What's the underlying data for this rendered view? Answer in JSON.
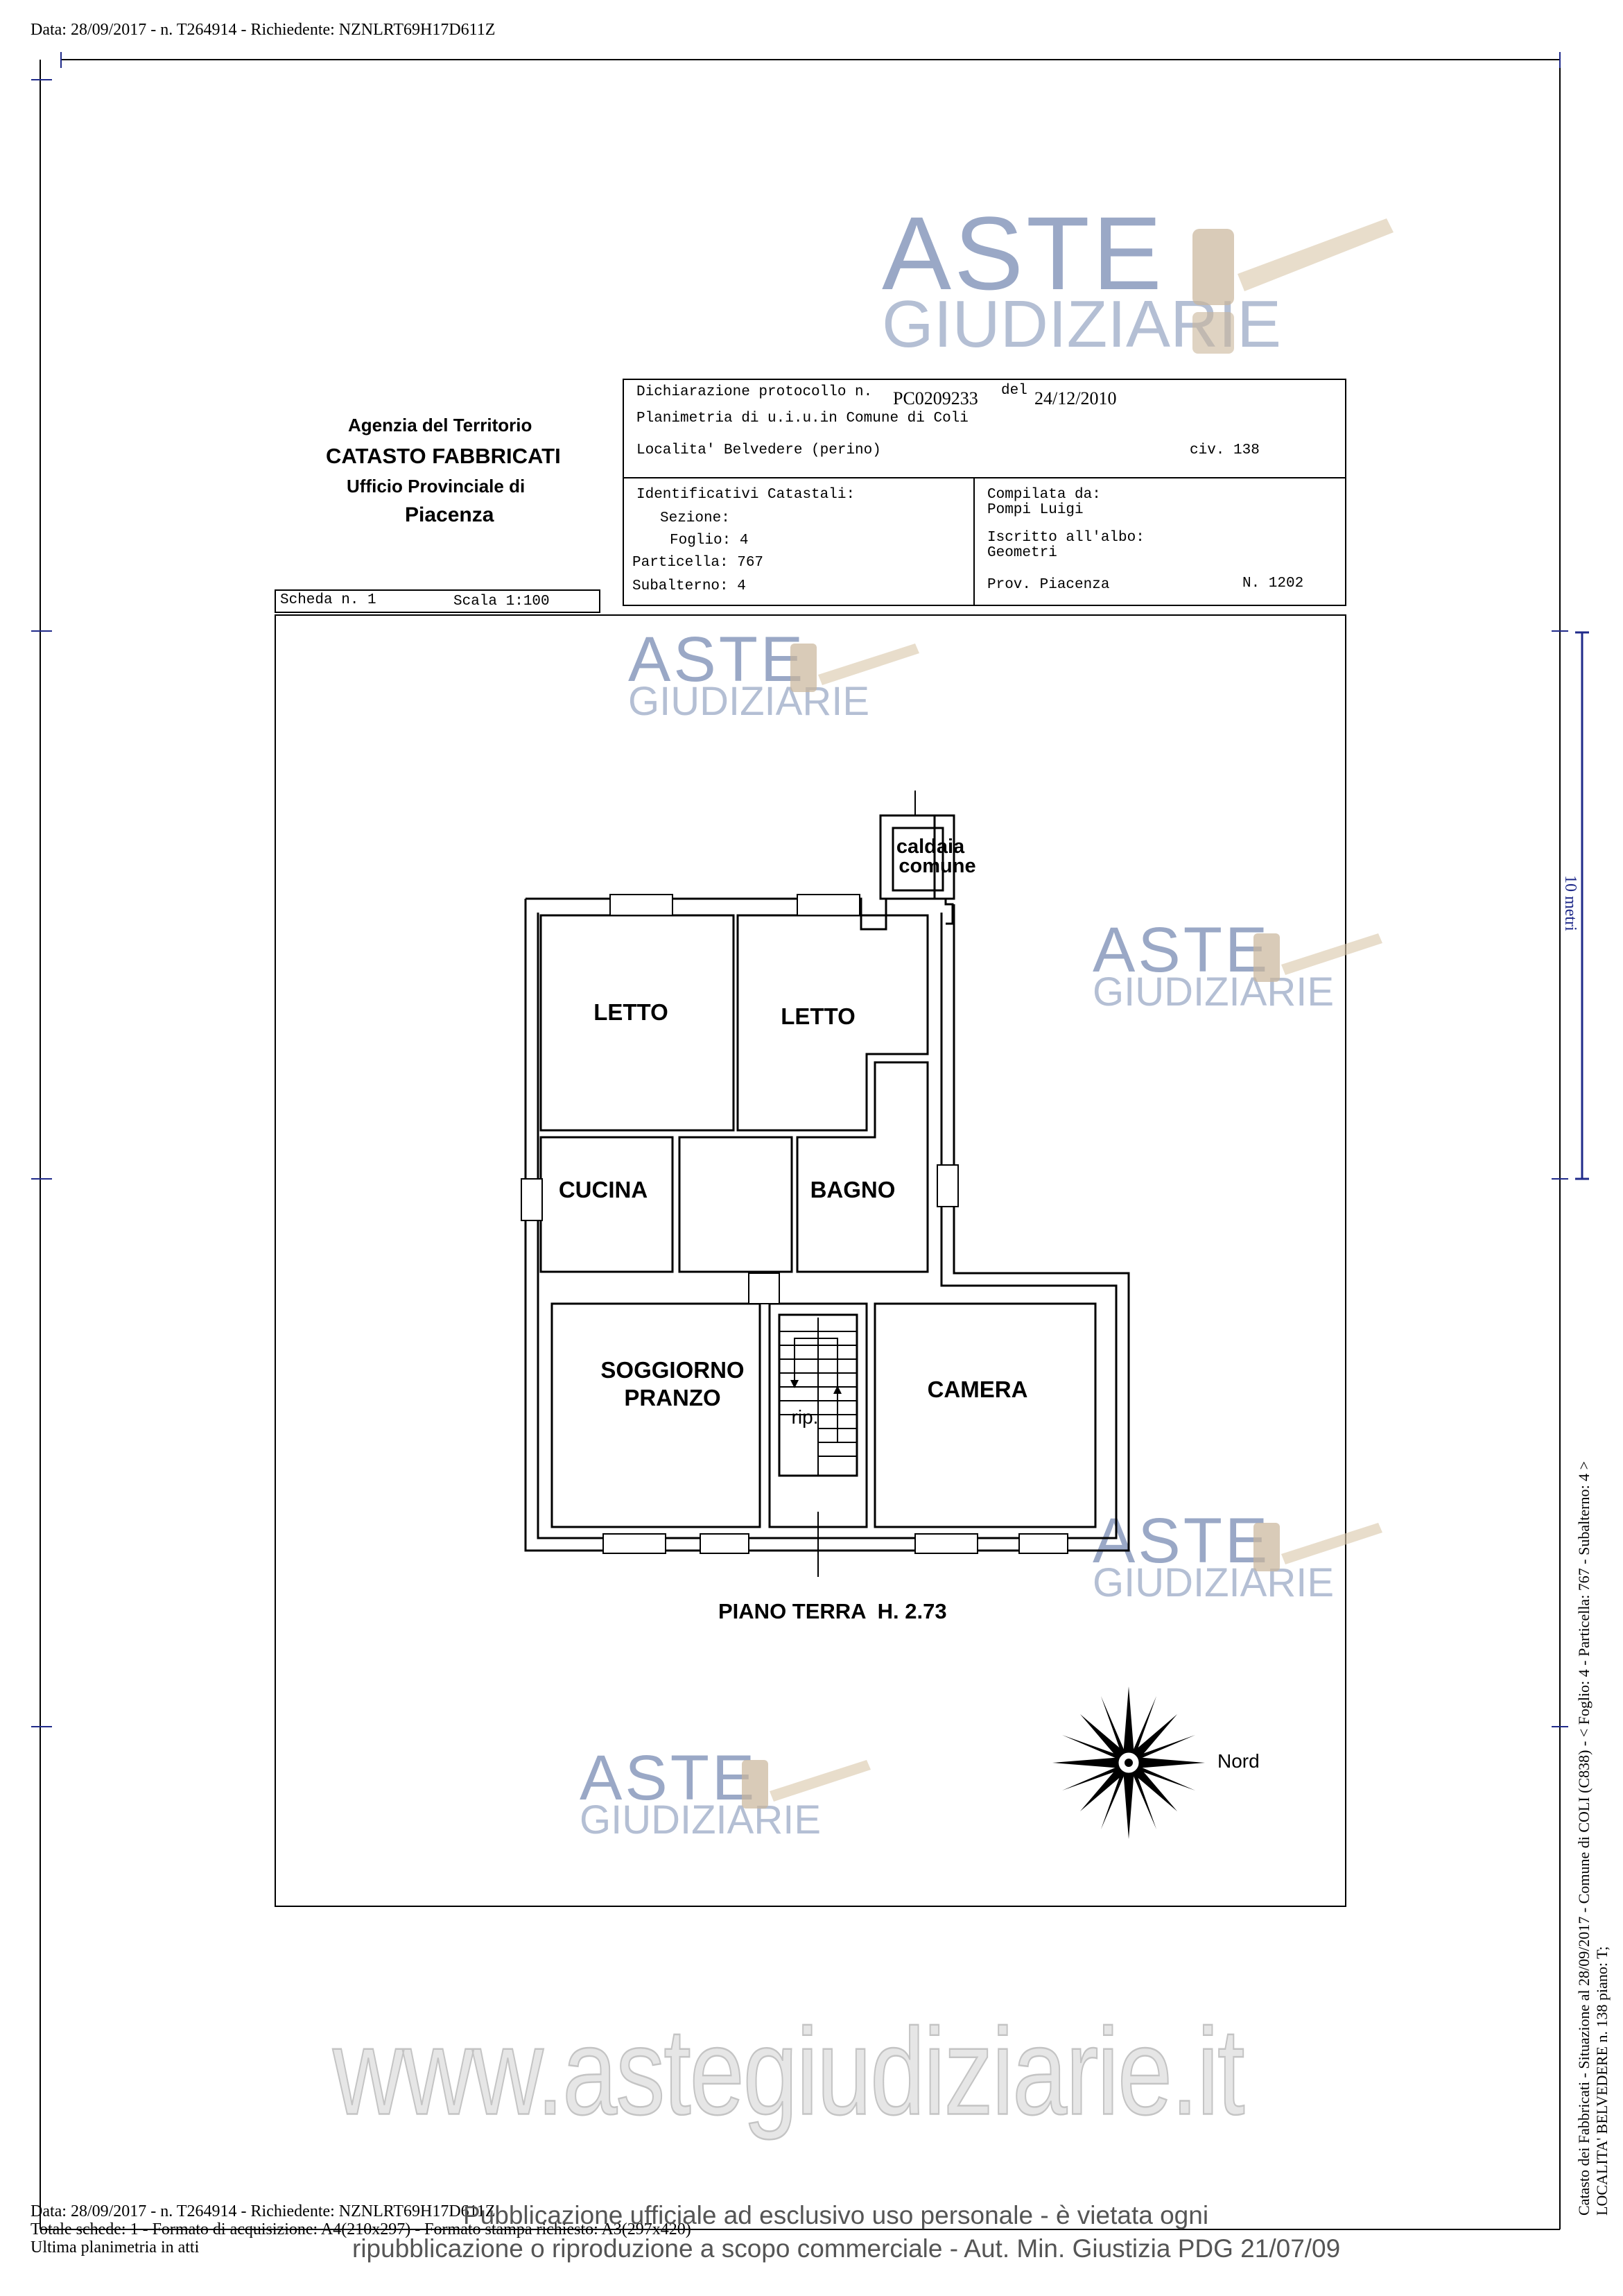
{
  "header_top": "Data: 28/09/2017 - n. T264914 - Richiedente: NZNLRT69H17D611Z",
  "agency": {
    "line1": "Agenzia del Territorio",
    "line2": "CATASTO FABBRICATI",
    "line3": "Ufficio Provinciale di",
    "line4": "Piacenza"
  },
  "declaration": {
    "label": "Dichiarazione protocollo n.",
    "protocol": "PC0209233",
    "del_label": "del",
    "date": "24/12/2010",
    "planimetria": "Planimetria di u.i.u.in Comune di Coli",
    "localita": "Localita' Belvedere (perino)",
    "civ": "civ. 138"
  },
  "identificativi": {
    "title": "Identificativi Catastali:",
    "sezione_label": "Sezione:",
    "foglio_label": "Foglio: 4",
    "particella_label": "Particella: 767",
    "subalterno_label": "Subalterno: 4"
  },
  "compilata": {
    "label": "Compilata da:",
    "name": "Pompi Luigi",
    "albo_label": "Iscritto all'albo:",
    "albo": "Geometri",
    "prov": "Prov. Piacenza",
    "numero": "N. 1202"
  },
  "scheda": {
    "label": "Scheda n. 1",
    "scala": "Scala 1:100"
  },
  "rooms": {
    "letto1": "LETTO",
    "letto2": "LETTO",
    "caldaia": "caldaia",
    "comune": "comune",
    "cucina": "CUCINA",
    "bagno": "BAGNO",
    "soggiorno": "SOGGIORNO",
    "pranzo": "PRANZO",
    "camera": "CAMERA",
    "rip": "rip."
  },
  "floor_label": "PIANO TERRA  H. 2.73",
  "nord": "Nord",
  "scale_ruler": "10 metri",
  "watermark": {
    "aste": "ASTE",
    "giudiziarie": "GIUDIZIARIE",
    "site": "www.astegiudiziarie.it"
  },
  "side_text": {
    "line1": "Catasto dei Fabbricati - Situazione al 28/09/2017 - Comune di COLI (C838) - <  Foglio: 4 - Particella: 767 - Subalterno: 4 >",
    "line2": "LOCALITA' BELVEDERE n. 138 piano: T;"
  },
  "footer": {
    "line1": "Data: 28/09/2017 - n. T264914 - Richiedente: NZNLRT69H17D611Z",
    "line2": "Totale schede: 1 - Formato di acquisizione: A4(210x297) - Formato stampa richiesto: A3(297x420)",
    "line3": "Ultima planimetria in atti",
    "notice1": "Pubblicazione ufficiale ad esclusivo uso personale - è vietata ogni",
    "notice2": "ripubblicazione o riproduzione a scopo commerciale - Aut. Min. Giustizia PDG 21/07/09"
  },
  "colors": {
    "watermark": "#9aa8c6",
    "scale_line": "#1f2a8a"
  }
}
